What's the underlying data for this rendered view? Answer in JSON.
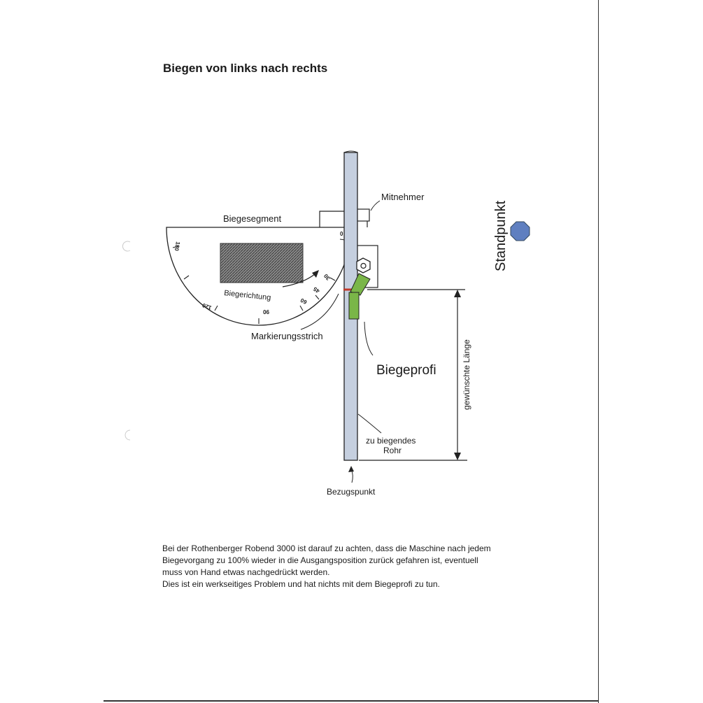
{
  "title": "Biegen von links nach rechts",
  "labels": {
    "mitnehmer": "Mitnehmer",
    "biegesegment": "Biegesegment",
    "standpunkt": "Standpunkt",
    "biegerichtung": "Biegerichtung",
    "markierungsstrich": "Markierungsstrich",
    "biegeprofi": "Biegeprofi",
    "gewuenschte_laenge": "gewünschte Länge",
    "rohr_line1": "zu biegendes",
    "rohr_line2": "Rohr",
    "bezugspunkt": "Bezugspunkt"
  },
  "scale_marks": {
    "m0": "0",
    "m30": "30",
    "m45": "45",
    "m60": "60",
    "m90": "90",
    "m120": "120",
    "m180": "180"
  },
  "notes": [
    "Bei der Rothenberger Robend 3000 ist darauf zu achten, dass die Maschine nach jedem",
    "Biegevorgang zu 100% wieder in die Ausgangsposition zurück gefahren ist, eventuell",
    "muss von Hand etwas nachgedrückt werden.",
    "Dies ist ein werkseitiges Problem und hat nichts mit dem Biegeprofi zu tun."
  ],
  "colors": {
    "pipe": "#c5cfdf",
    "profile": "#7ab648",
    "standpunkt_marker": "#5f7fc0",
    "marking_line": "#c0392b"
  }
}
